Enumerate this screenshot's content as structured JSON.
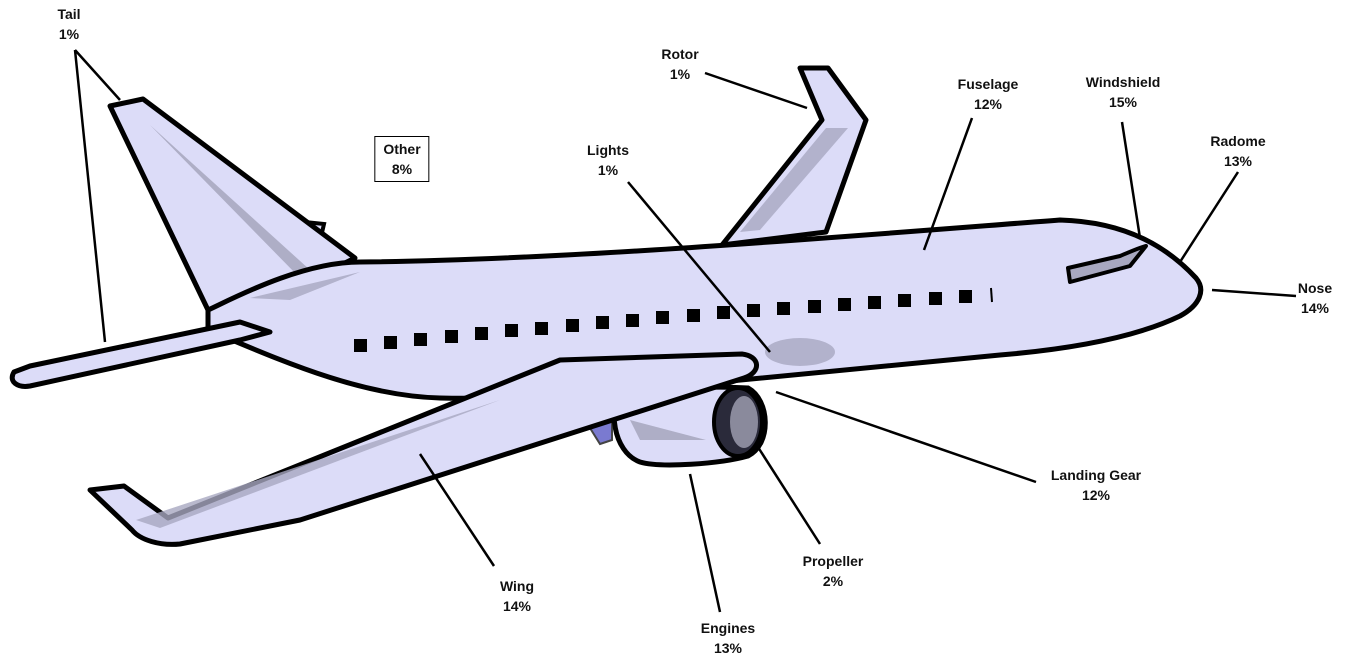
{
  "colors": {
    "body": "#dcdcf8",
    "outline": "#000000",
    "shade": "#a8a8c0",
    "engine_dark": "#2a2a3a",
    "engine_blade": "#7a7ad0"
  },
  "labels": {
    "tail": {
      "name": "Tail",
      "pct": "1%"
    },
    "rotor": {
      "name": "Rotor",
      "pct": "1%"
    },
    "other": {
      "name": "Other",
      "pct": "8%"
    },
    "lights": {
      "name": "Lights",
      "pct": "1%"
    },
    "fuselage": {
      "name": "Fuselage",
      "pct": "12%"
    },
    "windshield": {
      "name": "Windshield",
      "pct": "15%"
    },
    "radome": {
      "name": "Radome",
      "pct": "13%"
    },
    "nose": {
      "name": "Nose",
      "pct": "14%"
    },
    "landing_gear": {
      "name": "Landing Gear",
      "pct": "12%"
    },
    "propeller": {
      "name": "Propeller",
      "pct": "2%"
    },
    "engines": {
      "name": "Engines",
      "pct": "13%"
    },
    "wing": {
      "name": "Wing",
      "pct": "14%"
    }
  }
}
